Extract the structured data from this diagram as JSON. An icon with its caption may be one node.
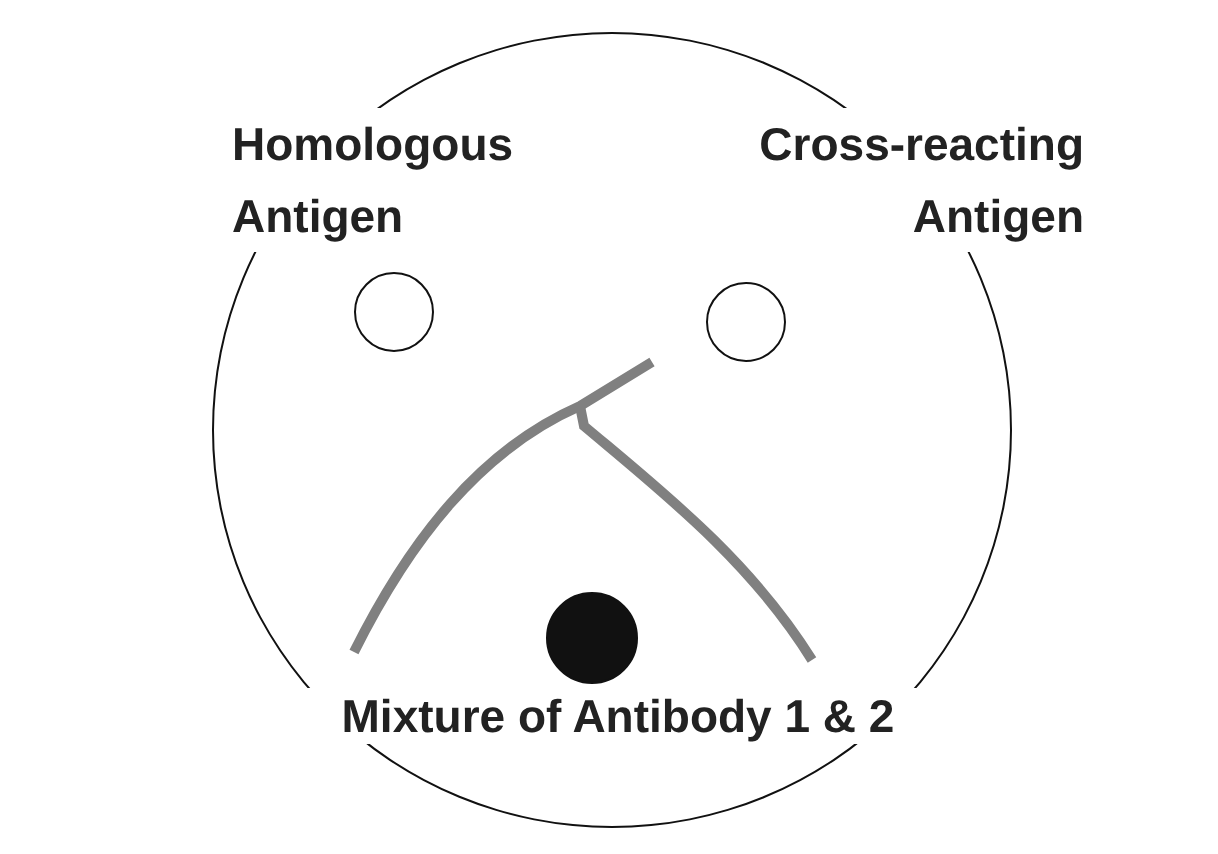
{
  "diagram": {
    "nodes": [
      {
        "text": [],
        "shape": "circle"
      },
      {
        "text": [],
        "shape": "circle",
        "in": 0,
        "beside": [
          "Homologous Antigen"
        ]
      },
      {
        "text": [],
        "shape": "circle",
        "in": 0,
        "beside": [
          "Cross-reacting Antigen"
        ]
      },
      {
        "text": [],
        "shape": "dot",
        "in": 0,
        "beside": [
          "Mixture of Antibody 1 & 2"
        ]
      }
    ]
  }
}
